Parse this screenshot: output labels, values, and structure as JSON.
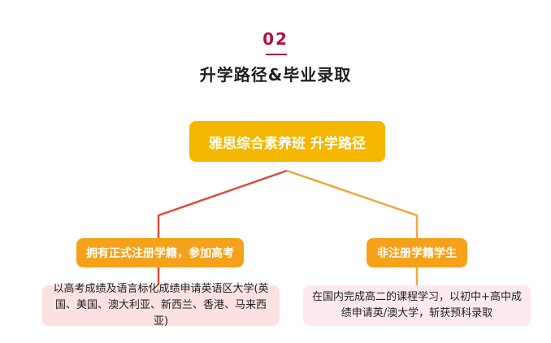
{
  "header": {
    "number": "02",
    "title": "升学路径&毕业录取"
  },
  "root": {
    "label": "雅思综合素养班 升学路径"
  },
  "branches": [
    {
      "label": "拥有正式注册学籍，参加高考",
      "detail": "以高考成绩及语言标化成绩申请英语区大学(英国、美国、澳大利亚、新西兰、香港、马来西亚)"
    },
    {
      "label": "非注册学籍学生",
      "detail": "在国内完成高二的课程学习，以初中+高中成绩申请英/澳大学，斩获预科录取"
    }
  ],
  "colors": {
    "accent_number": "#b0123a",
    "root_fill": "#f5b700",
    "branch_fill": "#f6a11a",
    "left_connector": "#e04a3c",
    "right_connector": "#f2a640",
    "left_leaf_fill": "#fbe1e1",
    "right_leaf_fill": "#fce8f1"
  }
}
